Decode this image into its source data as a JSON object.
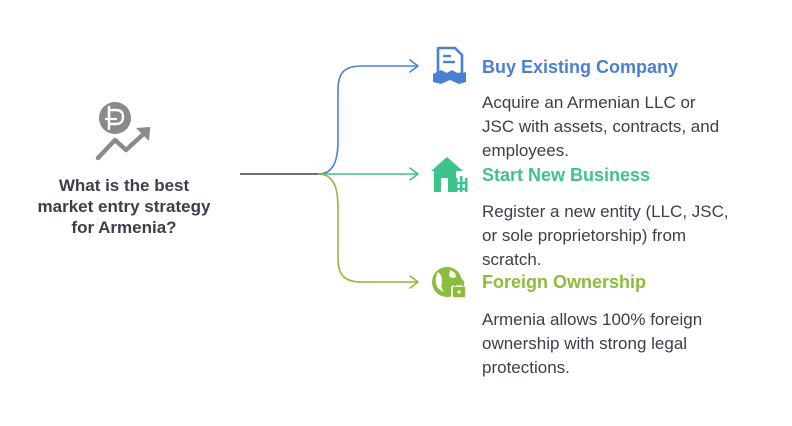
{
  "question": {
    "line1": "What is the best",
    "line2": "market entry strategy",
    "line3": "for Armenia?"
  },
  "colors": {
    "blue": "#4a80d4",
    "teal": "#3cc48a",
    "green": "#8cbc3c",
    "gray": "#8a8a8a",
    "text": "#3a3f4b"
  },
  "branches": [
    {
      "title": "Buy Existing Company",
      "desc_lines": [
        "Acquire an Armenian LLC or",
        "JSC with assets, contracts, and",
        "employees."
      ],
      "icon": "contract-handshake-icon",
      "color": "#4a80d4"
    },
    {
      "title": "Start New Business",
      "desc_lines": [
        "Register a new entity (LLC, JSC,",
        "or sole proprietorship) from",
        "scratch."
      ],
      "icon": "house-icon",
      "color": "#3cc48a"
    },
    {
      "title": "Foreign Ownership",
      "desc_lines": [
        "Armenia allows 100% foreign",
        "ownership with strong legal",
        "protections."
      ],
      "icon": "globe-lock-icon",
      "color": "#8cbc3c"
    }
  ],
  "central_icon": "dram-growth-icon"
}
